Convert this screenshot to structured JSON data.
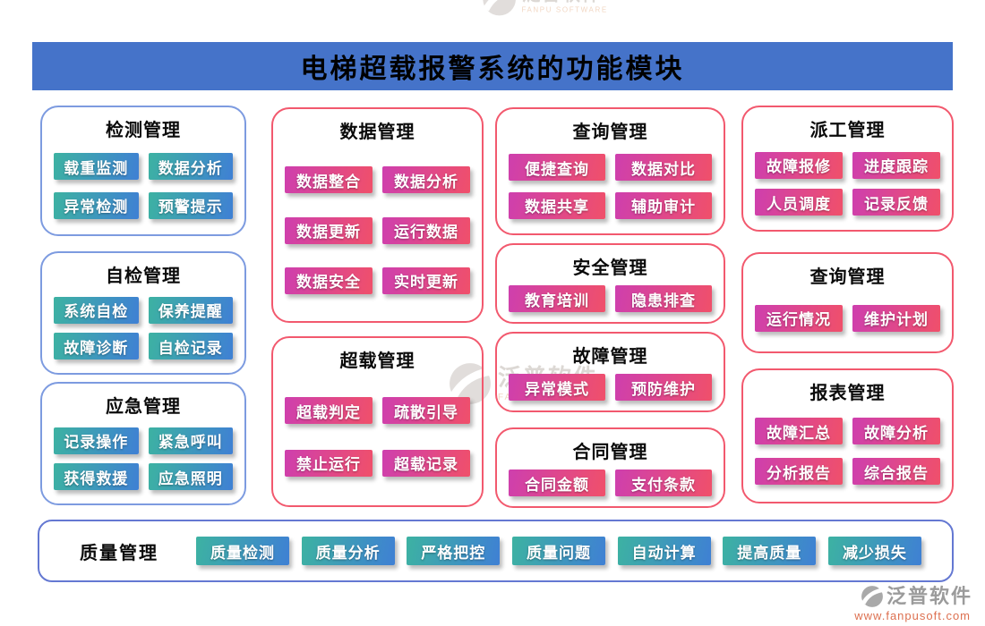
{
  "page": {
    "title": "电梯超载报警系统的功能模块"
  },
  "colors": {
    "banner_bg": "#4573C9",
    "teal_grad_start": "#3DB2A2",
    "teal_grad_end": "#3F80D4",
    "pink_grad_start": "#CE3FAE",
    "pink_grad_end": "#F0506A",
    "blue_card_border": "#7D9BE0",
    "pink_card_border": "#F2596E",
    "bottom_bar_border": "#6478D2"
  },
  "columns": [
    {
      "cards": [
        {
          "slug": "detection-management",
          "title": "检测管理",
          "border": "blue",
          "button_style": "teal",
          "buttons": [
            "载重监测",
            "数据分析",
            "异常检测",
            "预警提示"
          ]
        },
        {
          "slug": "self-check-management",
          "title": "自检管理",
          "border": "blue",
          "button_style": "teal",
          "buttons": [
            "系统自检",
            "保养提醒",
            "故障诊断",
            "自检记录"
          ]
        },
        {
          "slug": "emergency-management",
          "title": "应急管理",
          "border": "blue",
          "button_style": "teal",
          "buttons": [
            "记录操作",
            "紧急呼叫",
            "获得救援",
            "应急照明"
          ]
        }
      ]
    },
    {
      "cards": [
        {
          "slug": "data-management",
          "title": "数据管理",
          "border": "pink",
          "button_style": "pink",
          "buttons": [
            "数据整合",
            "数据分析",
            "数据更新",
            "运行数据",
            "数据安全",
            "实时更新"
          ]
        },
        {
          "slug": "overload-management",
          "title": "超载管理",
          "border": "pink",
          "button_style": "pink",
          "buttons": [
            "超载判定",
            "疏散引导",
            "禁止运行",
            "超载记录"
          ]
        }
      ]
    },
    {
      "cards": [
        {
          "slug": "query-management",
          "title": "查询管理",
          "border": "pink",
          "button_style": "pink",
          "buttons": [
            "便捷查询",
            "数据对比",
            "数据共享",
            "辅助审计"
          ]
        },
        {
          "slug": "safety-management",
          "title": "安全管理",
          "border": "pink",
          "button_style": "pink",
          "buttons": [
            "教育培训",
            "隐患排查"
          ]
        },
        {
          "slug": "fault-management",
          "title": "故障管理",
          "border": "pink",
          "button_style": "pink",
          "buttons": [
            "异常模式",
            "预防维护"
          ]
        },
        {
          "slug": "contract-management",
          "title": "合同管理",
          "border": "pink",
          "button_style": "pink",
          "buttons": [
            "合同金额",
            "支付条款"
          ]
        }
      ]
    },
    {
      "cards": [
        {
          "slug": "dispatch-management",
          "title": "派工管理",
          "border": "pink",
          "button_style": "pink",
          "buttons": [
            "故障报修",
            "进度跟踪",
            "人员调度",
            "记录反馈"
          ]
        },
        {
          "slug": "query-management-2",
          "title": "查询管理",
          "border": "pink",
          "button_style": "pink",
          "buttons": [
            "运行情况",
            "维护计划"
          ]
        },
        {
          "slug": "report-management",
          "title": "报表管理",
          "border": "pink",
          "button_style": "pink",
          "buttons": [
            "故障汇总",
            "故障分析",
            "分析报告",
            "综合报告"
          ]
        }
      ]
    }
  ],
  "bottom_bar": {
    "slug": "quality-management",
    "label": "质量管理",
    "button_style": "teal",
    "buttons": [
      "质量检测",
      "质量分析",
      "严格把控",
      "质量问题",
      "自动计算",
      "提高质量",
      "减少损失"
    ]
  },
  "watermark": {
    "text": "泛普软件",
    "subtext": "FANPU SOFTWARE"
  },
  "brand": {
    "name": "泛普软件",
    "url": "www.fanpusoft.com"
  }
}
